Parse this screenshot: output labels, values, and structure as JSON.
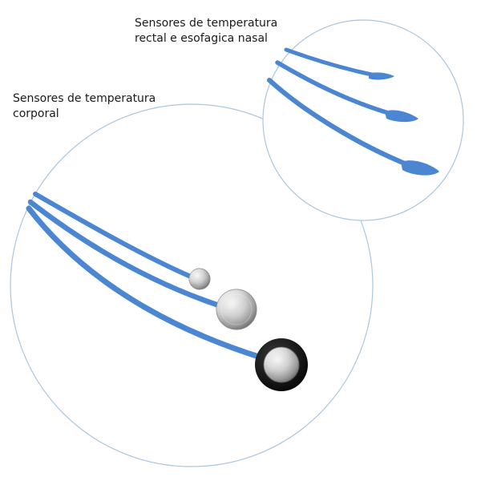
{
  "captions": {
    "esophageal": {
      "line1": "Sensores de temperatura",
      "line2": "rectal e esofagica nasal"
    },
    "body": {
      "line1": "Sensores de temperatura",
      "line2": "corporal"
    }
  },
  "colors": {
    "circle_outline": "#a9c6df",
    "cable_blue": "#4a86d2",
    "cable_highlight": "#8db6ea",
    "metal_light": "#f2f2f2",
    "metal_mid": "#bdbdbd",
    "metal_dark": "#6e6e6e",
    "rubber_black": "#141414",
    "text": "#1a1a1a"
  },
  "icons": {
    "small_probe": "rectal-esophageal-probe-icon",
    "skin_sensor": "skin-temperature-sensor-icon"
  }
}
